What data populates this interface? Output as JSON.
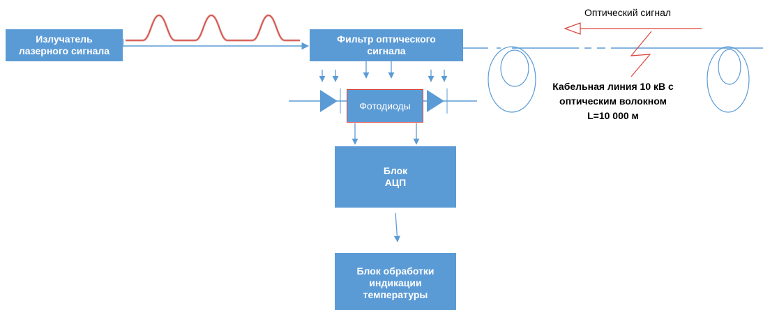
{
  "diagram": {
    "blocks": {
      "emitter": "Излучатель\nлазерного сигнала",
      "filter": "Фильтр оптического\nсигнала",
      "photodiodes": "Фотодиоды",
      "adc": "Блок\nАЦП",
      "processing": "Блок обработки\nиндикации\nтемпературы"
    },
    "labels": {
      "optical_signal": "Оптический сигнал",
      "cable_line": "Кабельная линия 10 кВ с\nоптическим волокном\nL=10 000 м"
    },
    "colors": {
      "block_fill": "#5b9bd5",
      "block_text": "#ffffff",
      "wire": "#5b9bd5",
      "signal_red": "#d9443b",
      "pulse_red": "#c0504d"
    }
  }
}
